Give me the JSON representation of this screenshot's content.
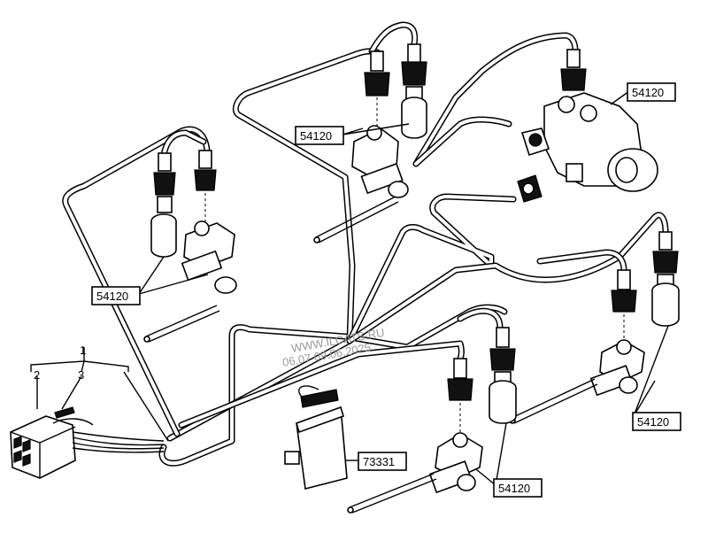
{
  "callouts": {
    "ref_54120": "54120",
    "ref_73331": "73331",
    "item_1": "1",
    "item_2": "2",
    "item_3": "3"
  },
  "watermark": {
    "line1": "WWW.ILCATS.RU",
    "line2": "06.07 09.06.2025"
  },
  "colors": {
    "line": "#000000",
    "background": "#ffffff",
    "watermark": "#9a9a9a"
  }
}
